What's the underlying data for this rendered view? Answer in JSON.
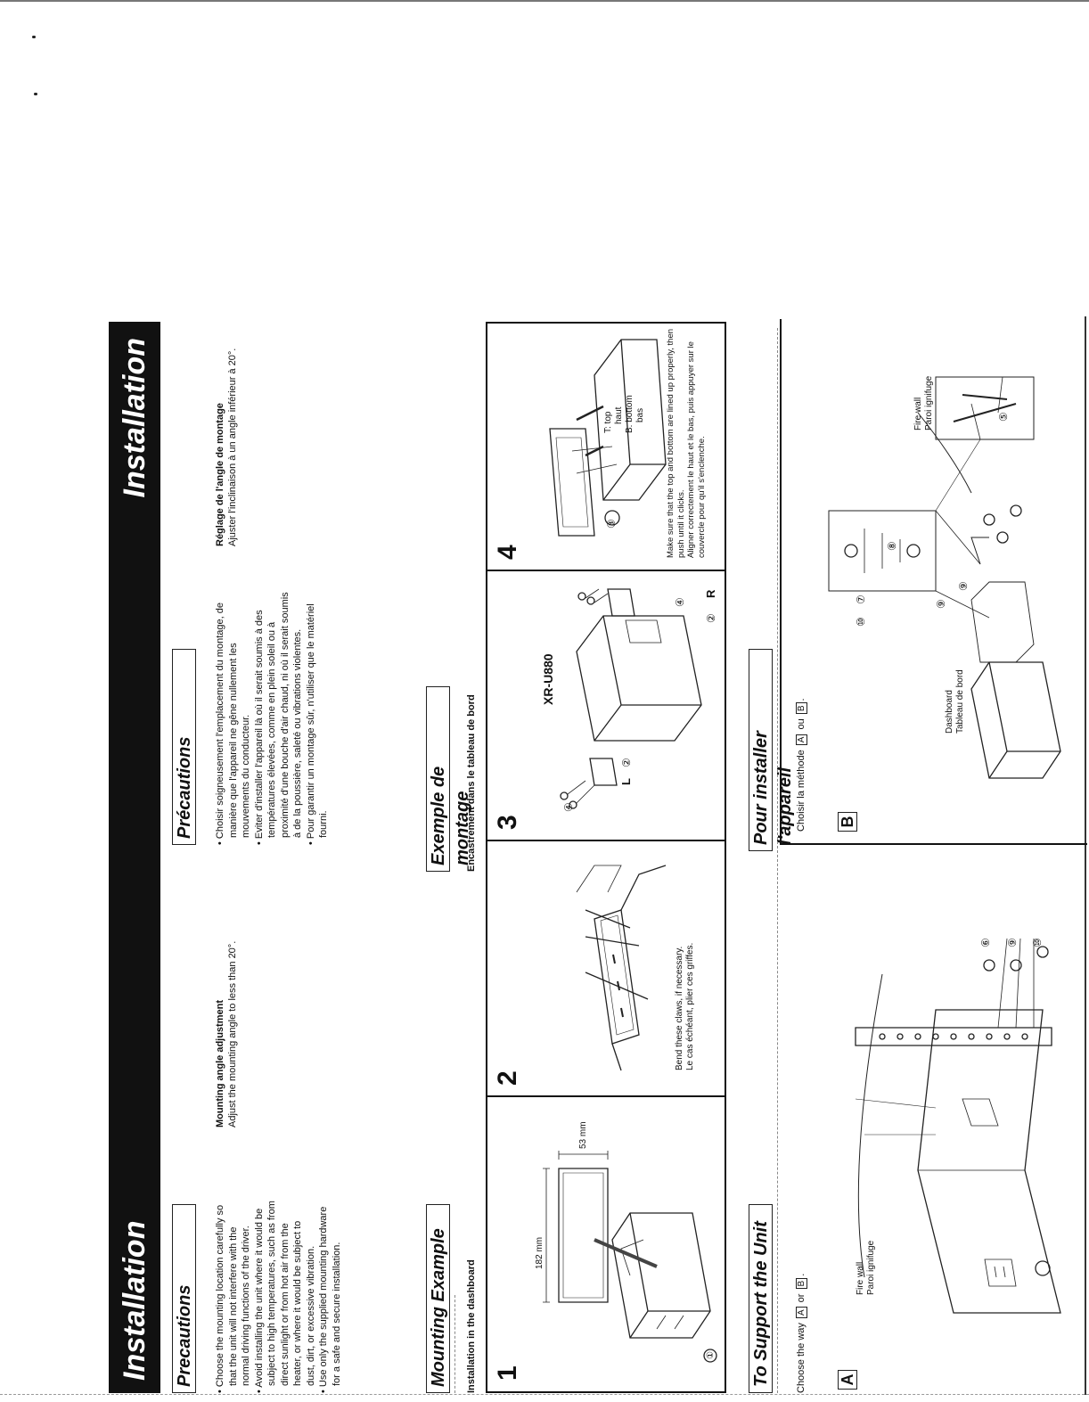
{
  "title_left": "Installation",
  "title_right": "Installation",
  "precautions": {
    "heading_en": "Precautions",
    "heading_fr": "Précautions",
    "bullets_en": [
      "Choose the mounting location carefully so that the unit will not interfere with the normal driving functions of the driver.",
      "Avoid installing the unit where it would be subject to high temperatures, such as from direct sunlight or from hot air from the heater, or where it would be subject to dust, dirt, or excessive vibration.",
      "Use only the supplied mounting hardware for a safe and secure installation."
    ],
    "bullets_fr": [
      "Choisir soigneusement l'emplacement du montage, de manière que l'appareil ne gêne nullement les mouvements du conducteur.",
      "Eviter d'installer l'appareil là où il serait soumis à des températures élevées, comme en plein soleil ou à proximité d'une bouche d'air chaud, ni où il serait soumis à de la poussière, saleté ou vibrations violentes.",
      "Pour garantir un montage sûr, n'utiliser que le matériel fourni."
    ],
    "angle_en_title": "Mounting angle adjustment",
    "angle_en_text": "Adjust the mounting angle to less than 20°.",
    "angle_fr_title": "Réglage de l'angle de montage",
    "angle_fr_text": "Ajuster l'inclinaison à un angle inférieur à 20°."
  },
  "mounting": {
    "heading_en": "Mounting Example",
    "heading_fr": "Exemple de montage",
    "sub_en": "Installation in the dashboard",
    "sub_fr": "Encastrement dans le tableau de bord",
    "steps": [
      "1",
      "2",
      "3",
      "4"
    ],
    "dim_width": "182 mm",
    "dim_height": "53 mm",
    "bend_en": "Bend these claws, if necessary.",
    "bend_fr": "Le cas échéant, plier ces griffes.",
    "model": "XR-U880",
    "left_mark": "L",
    "right_mark": "R",
    "top_en": "T: top",
    "top_fr": "haut",
    "bottom_en": "B: bottom",
    "bottom_fr": "bas",
    "note_en": "Make sure that the top and bottom are lined up properly, then push until it clicks.",
    "note_fr": "Aligner correctement le haut et le bas, puis appuyer sur le couvercle pour qu'il s'enclenche.",
    "circled": {
      "one": "①",
      "two": "②",
      "three": "③",
      "four": "④",
      "five": "⑤",
      "six": "⑥",
      "seven": "⑦",
      "eight": "⑧",
      "nine": "⑨",
      "ten": "⑩"
    }
  },
  "support": {
    "heading_en": "To Support the Unit",
    "heading_fr": "Pour installer l'appareil",
    "choose_en_pre": "Choose the way",
    "choose_en_mid": "or",
    "choose_fr_pre": "Choisir la méthode",
    "choose_fr_mid": "ou",
    "a": "A",
    "b": "B",
    "firewall_en": "Fire wall",
    "firewall_fr": "Paroi ignifuge",
    "dashboard_en": "Dashboard",
    "dashboard_fr": "Tableau de bord"
  }
}
